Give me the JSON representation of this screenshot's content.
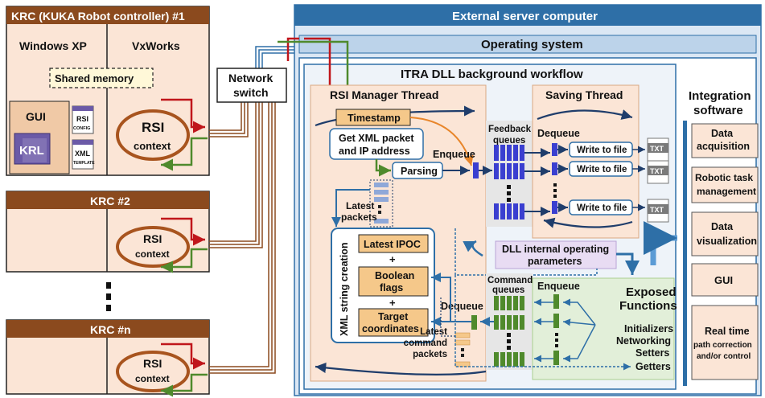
{
  "krc1": {
    "title": "KRC (KUKA Robot controller) #1",
    "windows": "Windows XP",
    "vxworks": "VxWorks",
    "shared_memory": "Shared memory",
    "gui": "GUI",
    "krl": "KRL",
    "rsi_config_main": "RSI",
    "rsi_config_sub": "CONFIG",
    "xml_template_main": "XML",
    "xml_template_sub": "TEMPLATE",
    "rsi": "RSI",
    "context": "context"
  },
  "krc2": {
    "title": "KRC #2",
    "rsi": "RSI",
    "context": "context"
  },
  "krcn": {
    "title": "KRC #n",
    "rsi": "RSI",
    "context": "context"
  },
  "network_switch": {
    "line1": "Network",
    "line2": "switch"
  },
  "server": {
    "title": "External server computer",
    "os": "Operating system",
    "workflow_title": "ITRA DLL background workflow"
  },
  "rsi_manager": {
    "title": "RSI Manager Thread",
    "timestamp": "Timestamp",
    "get_xml_line1": "Get XML packet",
    "get_xml_line2": "and IP address",
    "parsing": "Parsing",
    "enqueue": "Enqueue",
    "dequeue": "Dequeue",
    "latest_packets_line1": "Latest",
    "latest_packets_line2": "packets",
    "latest_cmd_line1": "Latest",
    "latest_cmd_line2": "command",
    "latest_cmd_line3": "packets",
    "xml_string_creation": "XML string creation",
    "latest_ipoc": "Latest IPOC",
    "plus": "+",
    "boolean_line1": "Boolean",
    "boolean_line2": "flags",
    "target_line1": "Target",
    "target_line2": "coordinates"
  },
  "feedback_queues": {
    "line1": "Feedback",
    "line2": "queues"
  },
  "command_queues": {
    "line1": "Command",
    "line2": "queues"
  },
  "saving_thread": {
    "title": "Saving Thread",
    "dequeue": "Dequeue",
    "write": "Write to file",
    "txt": "TXT"
  },
  "dll_params": {
    "line1": "DLL internal operating",
    "line2": "parameters"
  },
  "exposed": {
    "enqueue": "Enqueue",
    "title_line1": "Exposed",
    "title_line2": "Functions",
    "items": [
      "Initializers",
      "Networking",
      "Setters",
      "Getters"
    ]
  },
  "integration": {
    "title_line1": "Integration",
    "title_line2": "software",
    "box1_line1": "Data",
    "box1_line2": "acquisition",
    "box2_line1": "Robotic task",
    "box2_line2": "management",
    "box3_line1": "Data",
    "box3_line2": "visualization",
    "box4": "GUI",
    "box5_line1": "Real time",
    "box5_line2": "path correction",
    "box5_line3": "and/or control"
  },
  "colors": {
    "krc_header": "#8b4a1e",
    "server_blue": "#2e6fa7",
    "rsi_peach": "#fbe5d6",
    "exposed_green": "#e2efd9",
    "queue_blue": "#3a3fd0",
    "queue_green": "#4f8a2c",
    "timestamp_orange": "#f5c88a",
    "dll_purple": "#e8dcf3"
  }
}
